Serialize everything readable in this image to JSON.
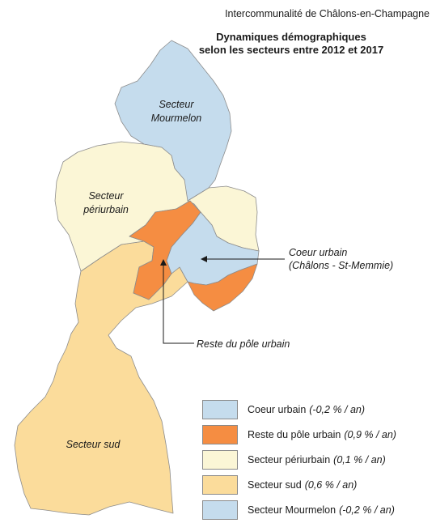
{
  "header": {
    "organization": "Intercommunalité de Châlons-en-Champagne",
    "title_line1": "Dynamiques démographiques",
    "title_line2": "selon les secteurs entre 2012 et 2017"
  },
  "labels": {
    "mourmelon_line1": "Secteur",
    "mourmelon_line2": "Mourmelon",
    "periurbain_line1": "Secteur",
    "periurbain_line2": "périurbain",
    "sud": "Secteur sud",
    "coeur_line1": "Coeur urbain",
    "coeur_line2": "(Châlons - St-Memmie)",
    "reste": "Reste du pôle urbain"
  },
  "legend": [
    {
      "name": "Coeur urbain",
      "rate": "(-0,2 % / an)",
      "color": "#c5dced"
    },
    {
      "name": "Reste du pôle urbain",
      "rate": "(0,9 % / an)",
      "color": "#f58d42"
    },
    {
      "name": "Secteur périurbain",
      "rate": "(0,1 % / an)",
      "color": "#fbf6d6"
    },
    {
      "name": "Secteur sud",
      "rate": "(0,6 % / an)",
      "color": "#fbdc9b"
    },
    {
      "name": "Secteur Mourmelon",
      "rate": "(-0,2 % / an)",
      "color": "#c5dced"
    }
  ],
  "colors": {
    "coeur": "#c5dced",
    "reste": "#f58d42",
    "periurbain": "#fbf6d6",
    "sud": "#fbdc9b",
    "mourmelon": "#c5dced",
    "border": "#8c8c8c"
  }
}
